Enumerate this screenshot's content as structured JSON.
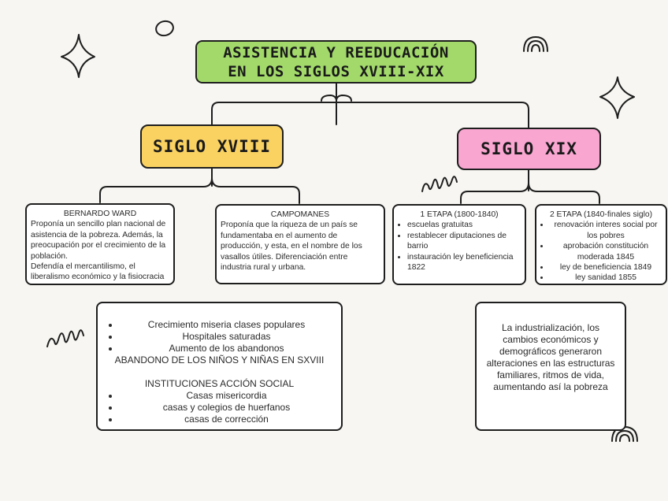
{
  "title": {
    "line1": "ASISTENCIA Y REEDUCACIÓN",
    "line2": "EN LOS SIGLOS XVIII-XIX"
  },
  "siglo_xviii": {
    "label": "SIGLO XVIII",
    "bernardo_ward": {
      "heading": "BERNARDO WARD",
      "text1": "Proponía un sencillo plan nacional de asistencia de la pobreza. Además, la preocupación por el crecimiento de la población.",
      "text2": "Defendía el mercantilismo, el liberalismo económico y la fisiocracia"
    },
    "campomanes": {
      "heading": "CAMPOMANES",
      "text": "Proponía que la riqueza de un país se fundamentaba en el aumento de producción, y esta, en el nombre de los vasallos útiles. Diferenciación entre industria rural y urbana."
    },
    "consequences": {
      "items": [
        "Crecimiento miseria clases populares",
        "Hospitales saturadas",
        "Aumento de los abandonos"
      ],
      "abandono": "ABANDONO DE LOS NIÑOS Y NIÑAS EN SXVIII",
      "instituciones_heading": "INSTITUCIONES ACCIÓN SOCIAL",
      "instituciones": [
        "Casas misericordia",
        "casas y colegios de huerfanos",
        "casas de corrección"
      ]
    }
  },
  "siglo_xix": {
    "label": "SIGLO XIX",
    "etapa1": {
      "heading": "1 ETAPA (1800-1840)",
      "items": [
        "escuelas gratuitas",
        "restablecer diputaciones de barrio",
        "instauración ley beneficiencia 1822"
      ]
    },
    "etapa2": {
      "heading": "2 ETAPA (1840-finales siglo)",
      "items": [
        "renovación interes social por los pobres",
        "aprobación constitución moderada 1845",
        "ley de beneficiencia 1849",
        "ley sanidad 1855"
      ]
    },
    "industrializacion": "La industrialización, los cambios económicos y demográficos generaron alteraciones en las estructuras familiares, ritmos de vida, aumentando así la pobreza"
  },
  "colors": {
    "title_bg": "#a2d96a",
    "siglo_xviii_bg": "#fad262",
    "siglo_xix_bg": "#f9a6d1",
    "line": "#1e1e1e"
  }
}
